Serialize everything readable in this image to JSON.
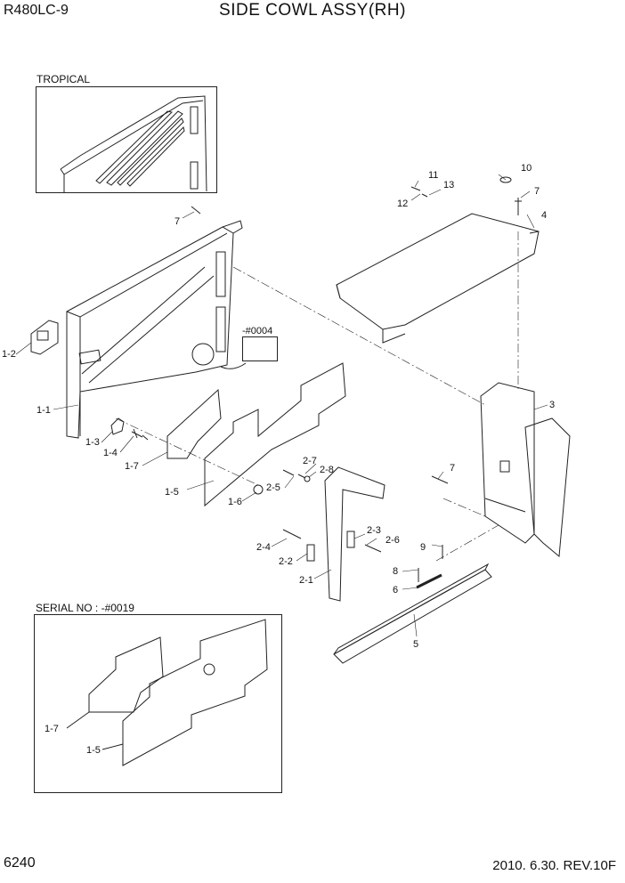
{
  "header": {
    "model": "R480LC-9",
    "title": "SIDE COWL ASSY(RH)"
  },
  "footer": {
    "page_number": "6240",
    "revision": "2010. 6.30.  REV.10F"
  },
  "insets": {
    "tropical_label": "TROPICAL",
    "serial_label": "SERIAL NO : -#0019",
    "detail_label": "-#0004"
  },
  "callouts": [
    "1-1",
    "1-2",
    "1-3",
    "1-4",
    "1-5",
    "1-6",
    "1-7",
    "2-1",
    "2-2",
    "2-3",
    "2-4",
    "2-5",
    "2-6",
    "2-7",
    "2-8",
    "3",
    "4",
    "5",
    "6",
    "7",
    "8",
    "9",
    "10",
    "11",
    "12",
    "13"
  ],
  "serial_callouts": [
    "1-7",
    "1-5"
  ]
}
